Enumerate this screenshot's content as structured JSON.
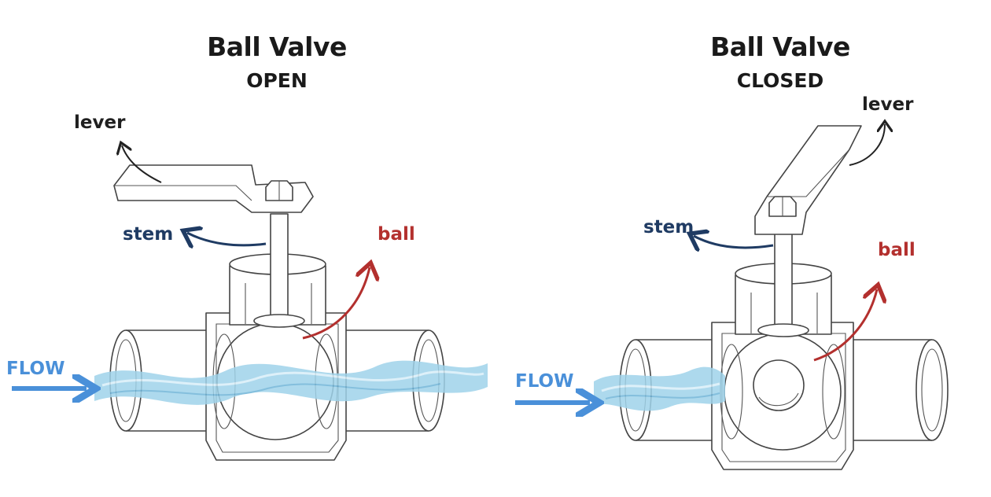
{
  "open": {
    "title": "Ball Valve",
    "state": "OPEN",
    "labels": {
      "lever": "lever",
      "stem": "stem",
      "ball": "ball",
      "flow": "FLOW"
    }
  },
  "closed": {
    "title": "Ball Valve",
    "state": "CLOSED",
    "labels": {
      "lever": "lever",
      "stem": "stem",
      "ball": "ball",
      "flow": "FLOW"
    }
  },
  "colors": {
    "outline": "#444444",
    "stem_arrow": "#1f3b63",
    "ball_arrow": "#b3302e",
    "flow_arrow": "#4a90d9",
    "water": "#8fcbe6"
  }
}
